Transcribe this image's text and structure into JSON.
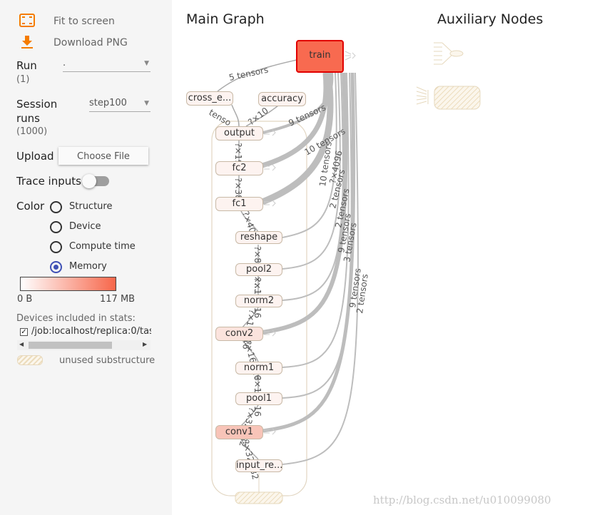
{
  "toolbar": {
    "fit_to_screen": "Fit to screen",
    "download_png": "Download PNG"
  },
  "run": {
    "label": "Run",
    "count": "(1)",
    "value": "."
  },
  "session_runs": {
    "label_line1": "Session",
    "label_line2": "runs",
    "count": "(1000)",
    "value": "step100"
  },
  "upload": {
    "label": "Upload",
    "button": "Choose File"
  },
  "trace_inputs": {
    "label": "Trace inputs",
    "enabled": false
  },
  "color": {
    "label": "Color",
    "options": [
      "Structure",
      "Device",
      "Compute time",
      "Memory"
    ],
    "selected": "Memory",
    "scale_min": "0 B",
    "scale_max": "117 MB",
    "scale_start_color": "#ffffff",
    "scale_end_color": "#f7674b"
  },
  "devices": {
    "label": "Devices included in stats:",
    "device": "/job:localhost/replica:0/tas",
    "checked": true
  },
  "legend": {
    "unused": "unused substructure"
  },
  "graph": {
    "main_title": "Main Graph",
    "aux_title": "Auxiliary Nodes",
    "nodes": {
      "train": "train",
      "cross_entropy": "cross_e...",
      "accuracy": "accuracy",
      "output": "output",
      "fc2": "fc2",
      "fc1": "fc1",
      "reshape": "reshape",
      "pool2": "pool2",
      "norm2": "norm2",
      "conv2": "conv2",
      "norm1": "norm1",
      "pool1": "pool1",
      "conv1": "conv1",
      "input": "input_re..."
    },
    "edge_labels": {
      "e1": "5 tensors",
      "e2": "tenso",
      "e3": "?×10",
      "e4": "9 tensors",
      "e5": "10 tensors",
      "e6": "10 tensors",
      "e7": "?×4096",
      "e8": "2 tensors",
      "e9": "2 tensors",
      "e10": "9 tensors",
      "e11": "3 tensors",
      "e12": "9 tensors",
      "e13": "2 tensors",
      "v1": "?×19",
      "v2": "?×38",
      "v3": "?×4096",
      "v4": "?×8×8×...",
      "v5": "?×16×16",
      "v6": "?×16×16",
      "v7": "?×16×16",
      "v8": "?×16×16",
      "v9": "?×32×32",
      "v10": "?×32×32"
    }
  },
  "watermark": "http://blog.csdn.net/u010099080"
}
